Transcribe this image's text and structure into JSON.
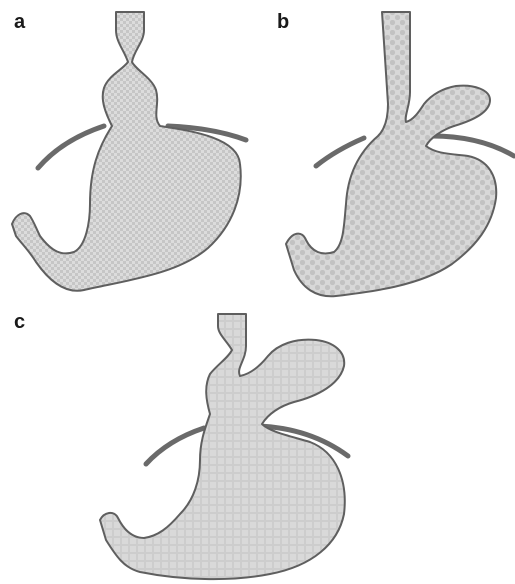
{
  "figure": {
    "panels": [
      {
        "label": "a"
      },
      {
        "label": "b"
      },
      {
        "label": "c"
      }
    ]
  },
  "colors": {
    "outline": "#5f5f5f",
    "fill_light": "#dcdcdc",
    "fill_dark": "#c4c4c4",
    "diaphragm": "#6a6a6a",
    "label": "#1a1a1a"
  }
}
